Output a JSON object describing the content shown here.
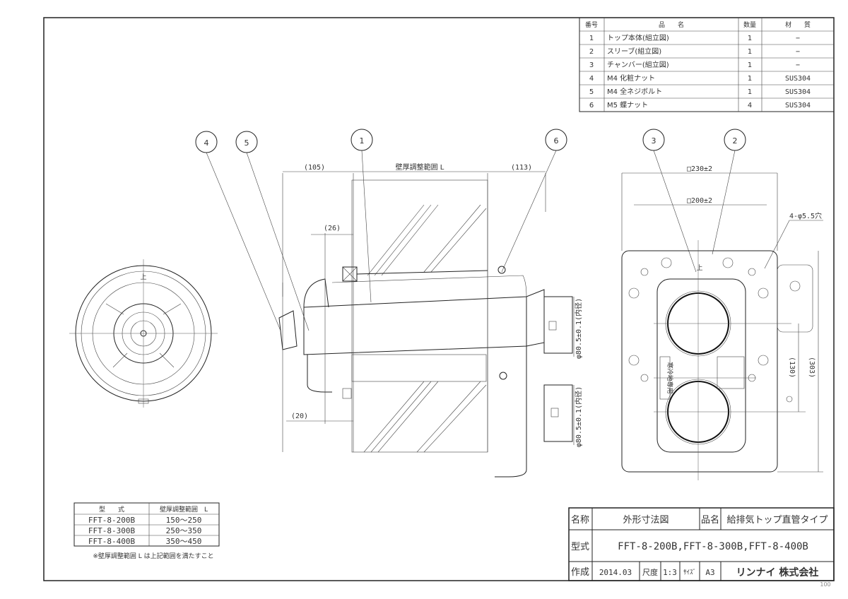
{
  "parts_table": {
    "headers": [
      "番号",
      "品　　名",
      "数量",
      "材　　質"
    ],
    "rows": [
      {
        "no": "1",
        "name": "トップ本体(組立図)",
        "qty": "1",
        "material": "−"
      },
      {
        "no": "2",
        "name": "スリーブ(組立図)",
        "qty": "1",
        "material": "−"
      },
      {
        "no": "3",
        "name": "チャンバー(組立図)",
        "qty": "1",
        "material": "−"
      },
      {
        "no": "4",
        "name": "M4 化粧ナット",
        "qty": "1",
        "material": "SUS304"
      },
      {
        "no": "5",
        "name": "M4 全ネジボルト",
        "qty": "1",
        "material": "SUS304"
      },
      {
        "no": "6",
        "name": "M5 蝶ナット",
        "qty": "4",
        "material": "SUS304"
      }
    ]
  },
  "balloons": [
    "4",
    "5",
    "1",
    "6",
    "3",
    "2"
  ],
  "dimensions": {
    "d105": "(105)",
    "wall_range": "壁厚調整範囲 L",
    "d113": "(113)",
    "d26": "(26)",
    "d20": "(20)",
    "phi_top": "φ80.5±0.1(内径)",
    "phi_bottom": "φ80.5±0.1(内径)",
    "sq230": "□230±2",
    "sq200": "□200±2",
    "holes": "4-φ5.5穴",
    "d130": "(130)",
    "d303": "(303)",
    "up_mark": "上",
    "label_plate": "寒冷地専用"
  },
  "model_table": {
    "headers": [
      "型　　式",
      "壁厚調整範囲　L"
    ],
    "rows": [
      [
        "FFT-8-200B",
        "150〜250"
      ],
      [
        "FFT-8-300B",
        "250〜350"
      ],
      [
        "FFT-8-400B",
        "350〜450"
      ]
    ],
    "note": "※壁厚調整範囲 L は上記範囲を満たすこと"
  },
  "title_block": {
    "name_label": "名称",
    "name_value": "外形寸法図",
    "product_label": "品名",
    "product_value": "給排気トップ直管タイプ",
    "model_label": "型式",
    "model_value": "FFT-8-200B,FFT-8-300B,FFT-8-400B",
    "created_label": "作成",
    "created_value": "2014.03",
    "scale_label": "尺度",
    "scale_value": "1:3",
    "size_label": "ｻｲｽﾞ",
    "size_value": "A3",
    "company": "リンナイ 株式会社"
  },
  "page_number": "100"
}
